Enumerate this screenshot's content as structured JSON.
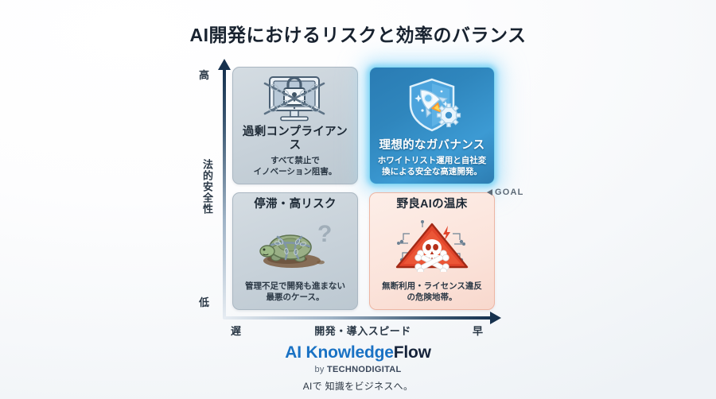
{
  "title": "AI開発におけるリスクと効率のバランス",
  "axes": {
    "y": {
      "label": "法的安全性",
      "high": "高",
      "low": "低"
    },
    "x": {
      "label": "開発・導入スピード",
      "low": "遅",
      "high": "早"
    }
  },
  "goal": {
    "label": "GOAL",
    "arrow_icon": "triangle-left-icon"
  },
  "quadrants": [
    {
      "position": "top-left",
      "title": "過剰コンプライアンス",
      "desc_line1": "すべて禁止で",
      "desc_line2": "イノベーション阻害。",
      "icon": "locked-computer-icon",
      "style": "gray",
      "bg_color": "#c7d1d9"
    },
    {
      "position": "top-right",
      "title": "理想的なガバナンス",
      "desc_line1": "ホワイトリスト運用と自社変",
      "desc_line2": "換による安全な高速開発。",
      "icon": "shield-rocket-gear-icon",
      "style": "blue",
      "bg_color": "#2f86bd",
      "glow_color": "#7fd4f0"
    },
    {
      "position": "bottom-left",
      "title": "停滞・高リスク",
      "desc_line1": "管理不足で開発も進まない",
      "desc_line2": "最悪のケース。",
      "icon": "chained-turtle-icon",
      "style": "gray",
      "bg_color": "#c7d1d9"
    },
    {
      "position": "bottom-right",
      "title": "野良AIの温床",
      "desc_line1": "無断利用・ライセンス違反",
      "desc_line2": "の危険地帯。",
      "icon": "skull-warning-triangle-icon",
      "style": "pink",
      "bg_color": "#fbe3da",
      "accent_color": "#e0452a"
    }
  ],
  "footer": {
    "brand_ai": "AI",
    "brand_knowledge": " Knowledge",
    "brand_flow": "Flow",
    "by_word": "by ",
    "company": "TECHNODIGITAL",
    "tagline": "AIで 知識をビジネスへ。",
    "brand_color": "#1a72c4"
  }
}
